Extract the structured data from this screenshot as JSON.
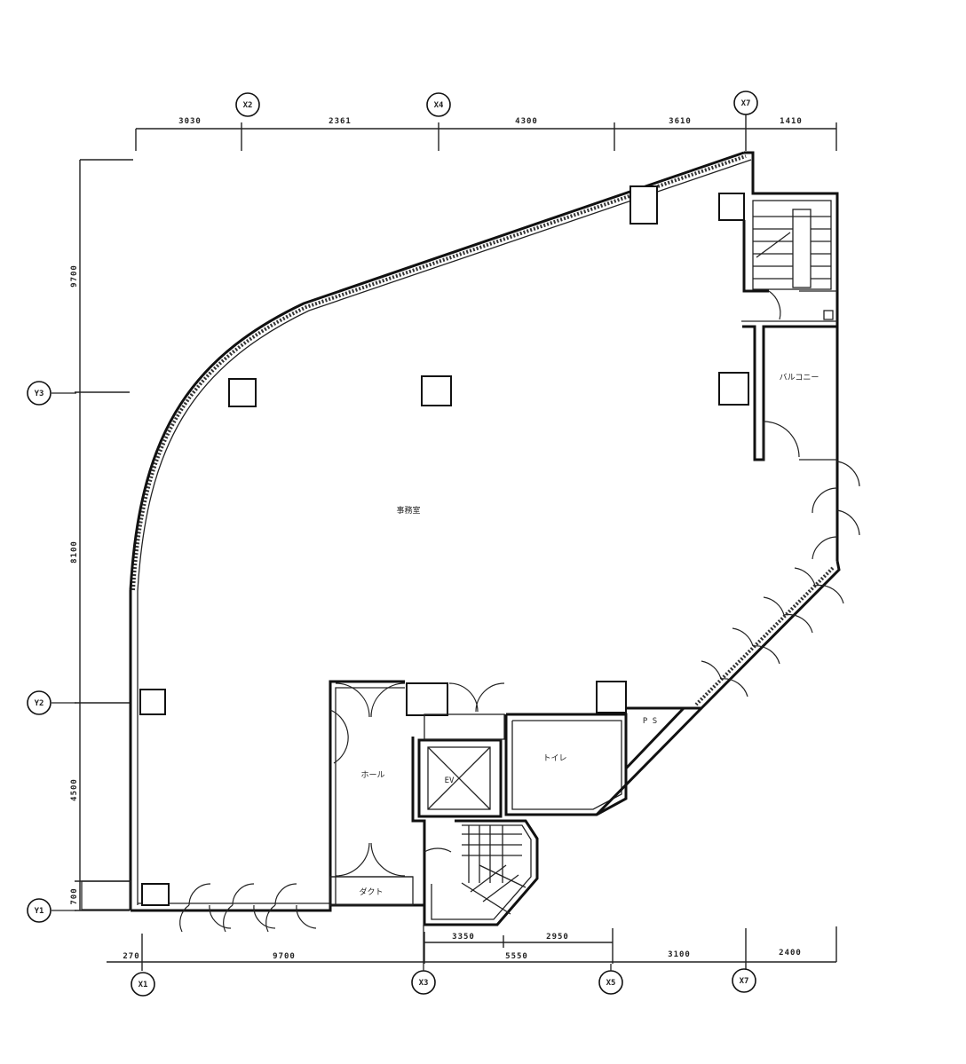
{
  "grid_top": [
    {
      "id": "gx2-top",
      "label": "X2"
    },
    {
      "id": "gx4-top",
      "label": "X4"
    },
    {
      "id": "gx7-top",
      "label": "X7"
    }
  ],
  "grid_bottom": [
    {
      "id": "gx1-bot",
      "label": "X1"
    },
    {
      "id": "gx3-bot",
      "label": "X3"
    },
    {
      "id": "gx5-bot",
      "label": "X5"
    },
    {
      "id": "gx7-bot",
      "label": "X7"
    }
  ],
  "grid_left": [
    {
      "id": "gy3",
      "label": "Y3"
    },
    {
      "id": "gy2",
      "label": "Y2"
    },
    {
      "id": "gy1",
      "label": "Y1"
    }
  ],
  "dims_top": [
    "3030",
    "2361",
    "4300",
    "3610",
    "1410"
  ],
  "dims_left": [
    "9700",
    "8100",
    "4500",
    "700"
  ],
  "dims_bottom_upper": [
    "3350",
    "2950"
  ],
  "dims_bottom_lower": [
    "270",
    "9700",
    "5550",
    "3100",
    "2400"
  ],
  "rooms": {
    "office": "事務室",
    "hall": "ホール",
    "toilet": "トイレ",
    "balcony": "バルコニー",
    "ps": "P S",
    "ev": "EV",
    "shaft": "ダクト"
  }
}
